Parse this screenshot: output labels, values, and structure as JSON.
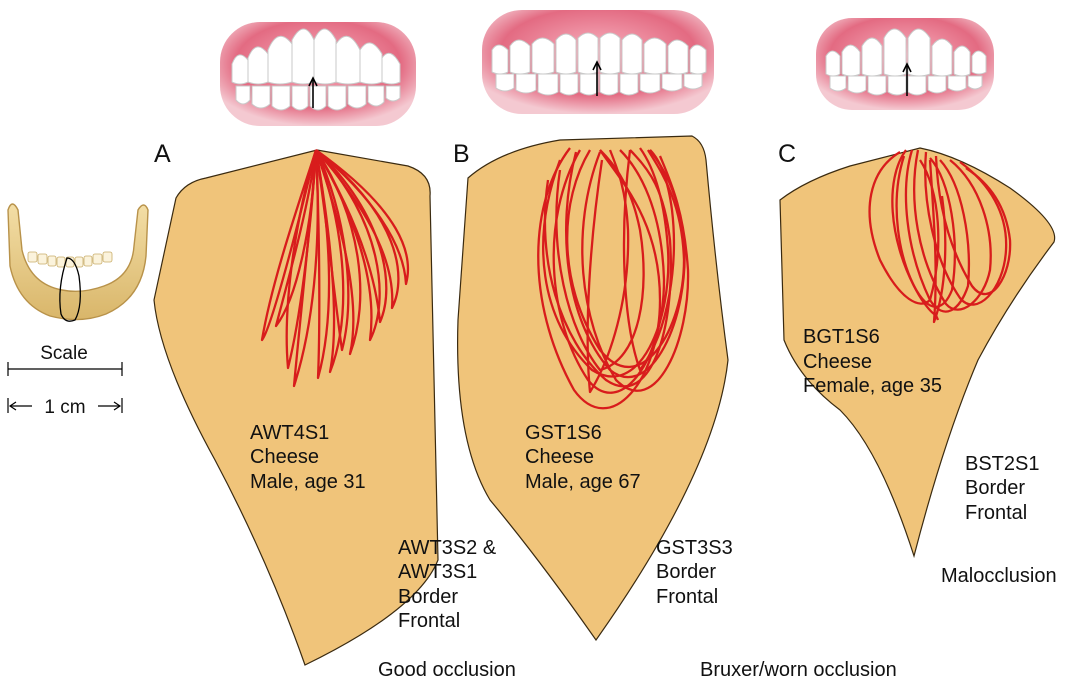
{
  "panels": [
    {
      "letter": "A",
      "chew": [
        "AWT4S1",
        "Cheese",
        "Male, age 31"
      ],
      "border": [
        "AWT3S2 &",
        "AWT3S1",
        "Border",
        "Frontal"
      ],
      "caption": "Good occlusion"
    },
    {
      "letter": "B",
      "chew": [
        "GST1S6",
        "Cheese",
        "Male, age 67"
      ],
      "border": [
        "GST3S3",
        "Border",
        "Frontal"
      ],
      "caption": "Bruxer/worn occlusion"
    },
    {
      "letter": "C",
      "chew": [
        "BGT1S6",
        "Cheese",
        "Female, age 35"
      ],
      "border": [
        "BST2S1",
        "Border",
        "Frontal"
      ],
      "caption": "Malocclusion"
    }
  ],
  "scale": {
    "label": "Scale",
    "length": "1 cm"
  },
  "colors": {
    "envelope": "#f0c47a",
    "envelope_stroke": "#3a2a10",
    "trace": "#d81c1c",
    "gum": "#e05a74",
    "tooth": "#ffffff",
    "bone": "#e9cf8e"
  }
}
